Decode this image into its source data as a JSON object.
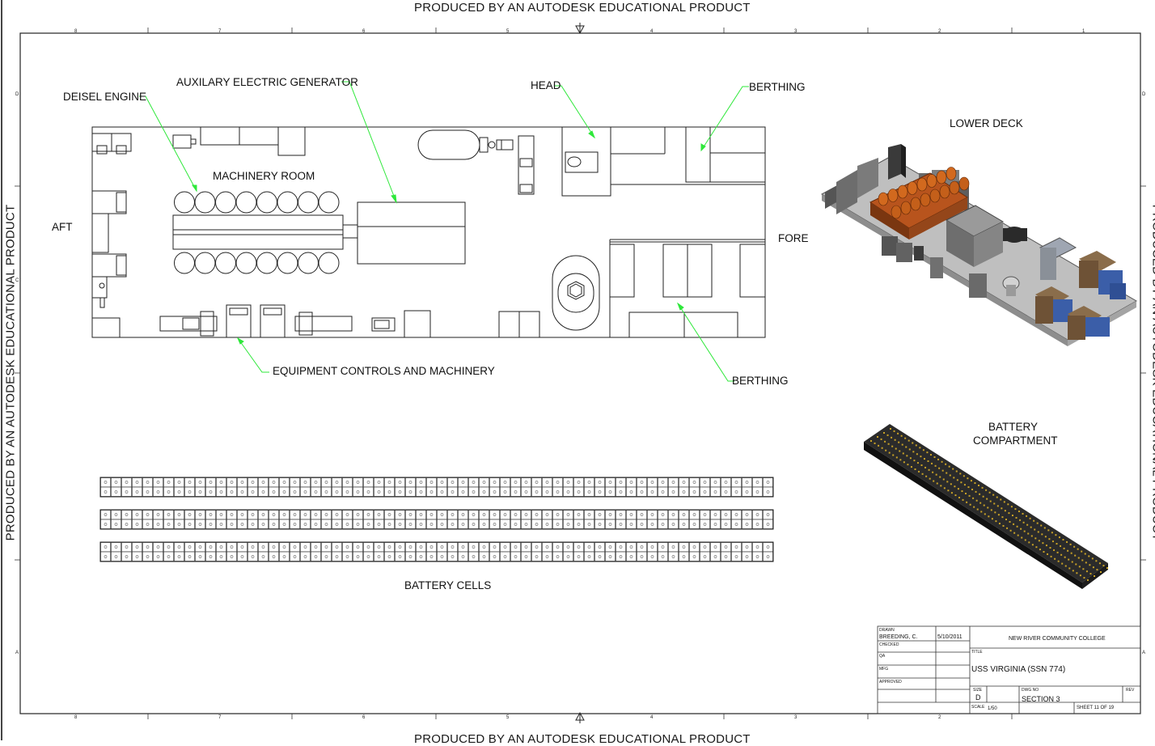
{
  "watermark": "PRODUCED BY AN AUTODESK EDUCATIONAL PRODUCT",
  "zone_columns": [
    "8",
    "7",
    "6",
    "5",
    "4",
    "3",
    "2",
    "1"
  ],
  "zone_rows": [
    "D",
    "C",
    "B",
    "A"
  ],
  "plan": {
    "labels": {
      "diesel": "DEISEL ENGINE",
      "generator": "AUXILARY ELECTRIC GENERATOR",
      "head": "HEAD",
      "berthing_top": "BERTHING",
      "machinery": "MACHINERY ROOM",
      "aft": "AFT",
      "fore": "FORE",
      "equipment": "EQUIPMENT CONTROLS AND MACHINERY",
      "berthing_bottom": "BERTHING",
      "lower_deck": "LOWER DECK",
      "battery_comp_1": "BATTERY",
      "battery_comp_2": "COMPARTMENT",
      "battery_cells": "BATTERY CELLS"
    },
    "leader_color": "#2ee83a"
  },
  "title_block": {
    "drawn_label": "DRAWN",
    "drawn_by": "BREEDING, C.",
    "date": "5/10/2011",
    "checked_label": "CHECKED",
    "qa_label": "QA",
    "mfg_label": "MFG",
    "approved_label": "APPROVED",
    "org": "NEW RIVER COMMUNITY COLLEGE",
    "title_label": "TITLE",
    "title": "USS VIRGINIA (SSN 774)",
    "size_label": "SIZE",
    "size": "D",
    "dwg_label": "DWG NO",
    "dwg": "SECTION 3",
    "rev_label": "REV",
    "scale_label": "SCALE",
    "scale": "1/50",
    "sheet": "SHEET 11 OF 19"
  }
}
